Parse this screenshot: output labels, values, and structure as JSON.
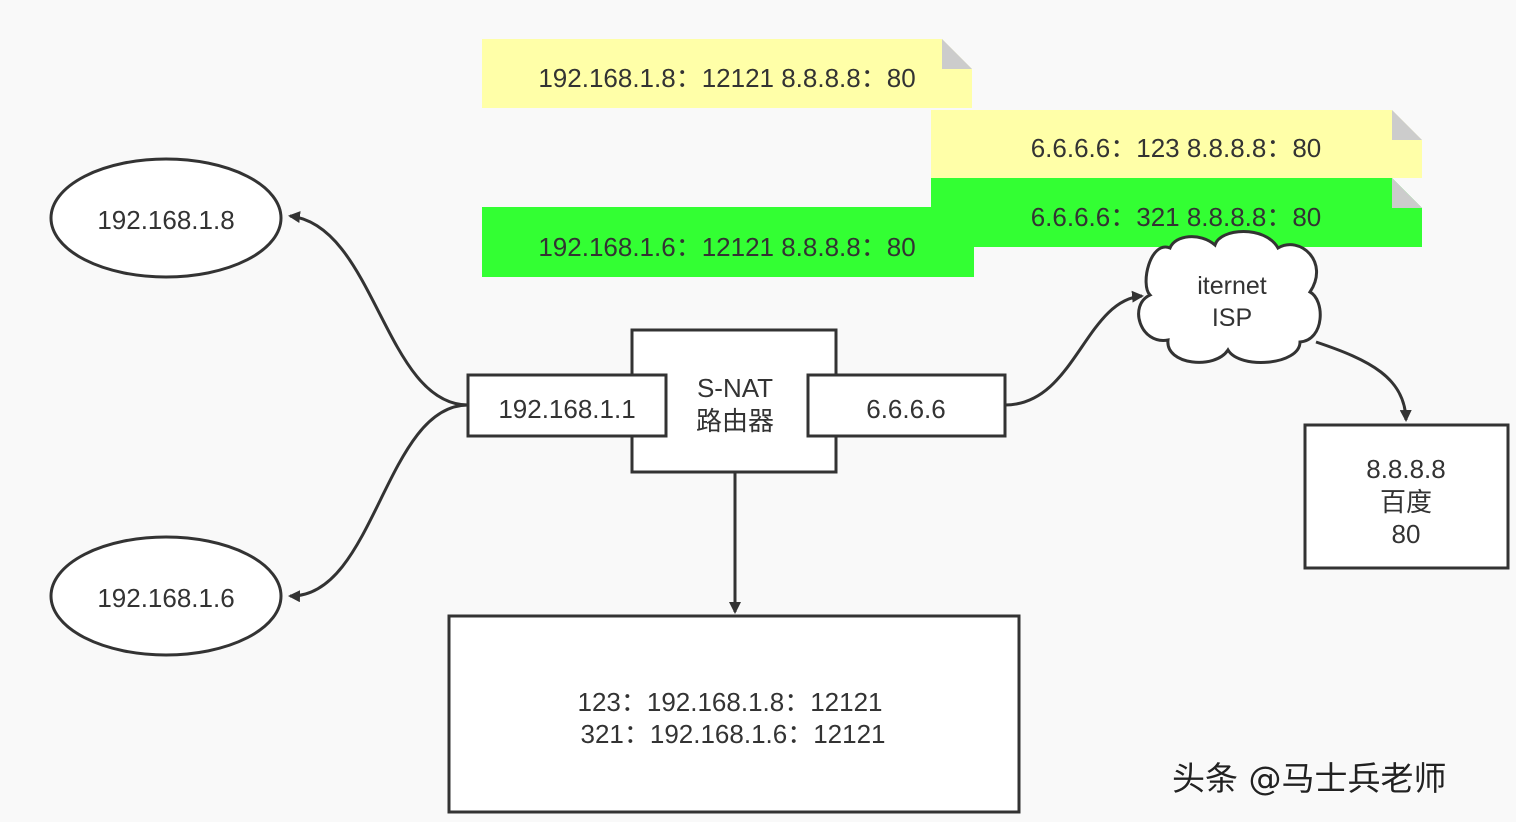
{
  "nodes": {
    "host_a": "192.168.1.8",
    "host_b": "192.168.1.6",
    "router_title": "S-NAT",
    "router_subtitle": "路由器",
    "lan_port": "192.168.1.1",
    "wan_port": "6.6.6.6",
    "cloud_line1": "iternet",
    "cloud_line2": "ISP",
    "server_line1": "8.8.8.8",
    "server_line2": "百度",
    "server_line3": "80",
    "nat_table_row1": "123：192.168.1.8：12121",
    "nat_table_row2": "321：192.168.1.6：12121"
  },
  "notes": {
    "note1": "192.168.1.8：12121   8.8.8.8：80",
    "note2": "6.6.6.6：123   8.8.8.8：80",
    "note3": "6.6.6.6：321   8.8.8.8：80",
    "note4": "192.168.1.6：12121   8.8.8.8：80"
  },
  "colors": {
    "yellow_note": "#ffffa8",
    "green_note": "#33ff33",
    "stroke": "#333333",
    "background": "#f9f9f9"
  },
  "watermark": "头条 @马士兵老师"
}
